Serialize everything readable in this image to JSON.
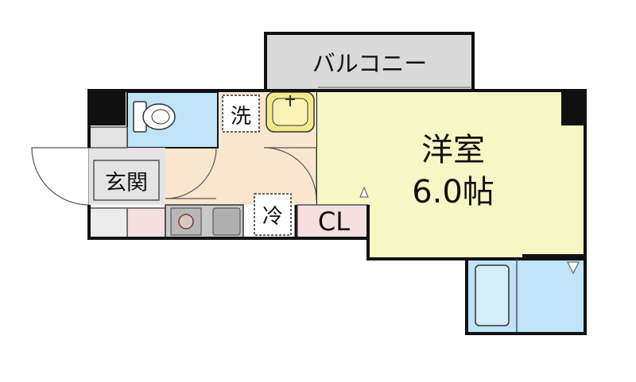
{
  "rooms": {
    "balcony": "バルコニー",
    "western_room": "洋室",
    "western_room_size": "6.0帖",
    "entrance": "玄関",
    "washer": "洗",
    "fridge": "冷",
    "closet": "CL"
  },
  "colors": {
    "wall": "#111111",
    "balcony": "#d9d9d9",
    "western_room": "#f7f7c6",
    "kitchen": "#fae6cf",
    "bath": "#bfe3f7",
    "entrance": "#e4e4e4",
    "closet": "#f5dfe1",
    "washbasin": "#f3e98c",
    "stove": "#b8b8b8"
  }
}
